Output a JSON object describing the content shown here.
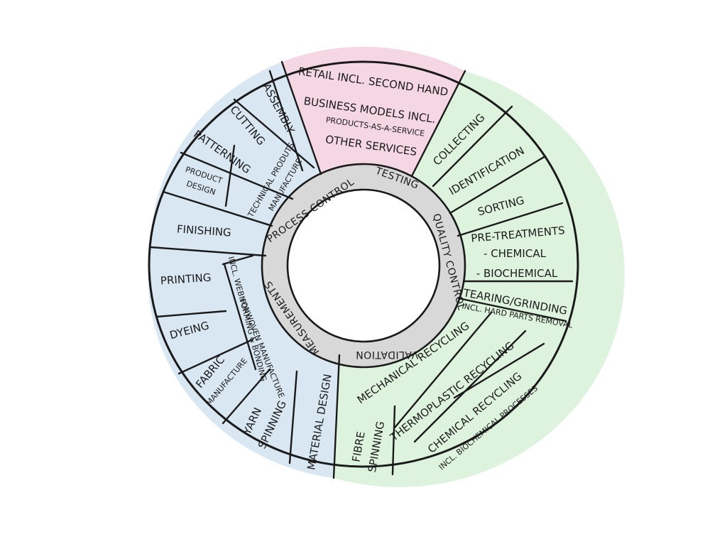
{
  "colors": {
    "blue": "#d9e7f2",
    "pink": "#f5d7e3",
    "green": "#def3dd",
    "ring": "#d8d8d8",
    "outline": "#1a1a1a"
  },
  "services": {
    "retail": "RETAIL INCL. SECOND HAND",
    "business_models": "BUSINESS MODELS INCL.",
    "products_as_service": "PRODUCTS-AS-A-SERVICE",
    "other_services": "OTHER SERVICES"
  },
  "recycling": {
    "collecting": "COLLECTING",
    "identification": "IDENTIFICATION",
    "sorting": "SORTING",
    "pretreatments": "PRE-TREATMENTS",
    "chemical": "- CHEMICAL",
    "biochemical": "- BIOCHEMICAL",
    "tearing": "TEARING/GRINDING",
    "hard_parts": "INCL. HARD PARTS REMOVAL",
    "mechanical": "MECHANICAL RECYCLING",
    "thermoplastic": "THERMOPLASTIC RECYCLING",
    "chemical_recycling": "CHEMICAL RECYCLING",
    "biochemical_processes": "INCL. BIOCHEMICAL PROCESSES",
    "fibre": "FIBRE",
    "spinning": "SPINNING"
  },
  "production": {
    "material_design": "MATERIAL DESIGN",
    "yarn": "YARN",
    "yarn_spinning": "SPINNING",
    "fabric": "FABRIC",
    "fabric_manufacture": "MANUFACTURE",
    "nonwoven": "NONWOVEN MANUFACTURE",
    "web_forming": "INCL. WEB FORMING & BONDING",
    "dyeing": "DYEING",
    "printing": "PRINTING",
    "finishing": "FINISHING",
    "product": "PRODUCT",
    "design": "DESIGN",
    "patterning": "PATTERNING",
    "cutting": "CUTTING",
    "assembly": "ASSEMBLY",
    "technical_products": "TECHNICAL PRODUTS",
    "technical_manufacture": "MANUFACTURE"
  },
  "ring": {
    "process_control": "PROCESS CONTROL",
    "testing": "TESTING",
    "quality_control": "QUALITY CONTROL",
    "validation": "VALIDATION",
    "measurements": "MEASUREMENTS"
  }
}
